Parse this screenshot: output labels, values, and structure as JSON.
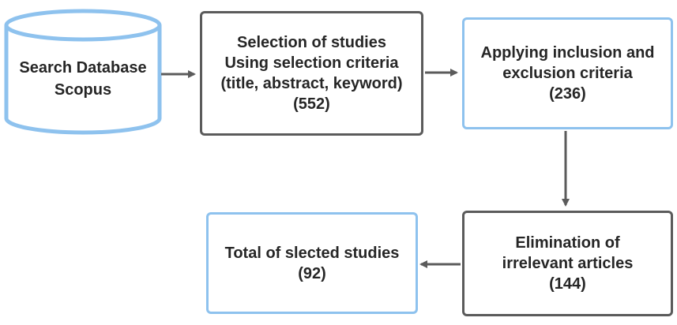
{
  "nodes": {
    "search_db": {
      "lines": [
        "Search Database",
        "Scopus"
      ]
    },
    "selection": {
      "lines": [
        "Selection of studies",
        "Using selection criteria",
        "(title, abstract, keyword)",
        "(552)"
      ]
    },
    "applying": {
      "lines": [
        "Applying inclusion and",
        "exclusion criteria",
        "(236)"
      ]
    },
    "elimination": {
      "lines": [
        "Elimination of",
        "irrelevant articles",
        "(144)"
      ]
    },
    "total": {
      "lines": [
        "Total of slected studies",
        "(92)"
      ]
    }
  },
  "colors": {
    "gray_border": "#5b5b5b",
    "blue_border": "#8ec2ee",
    "arrow": "#5b5b5b",
    "text": "#262626"
  }
}
